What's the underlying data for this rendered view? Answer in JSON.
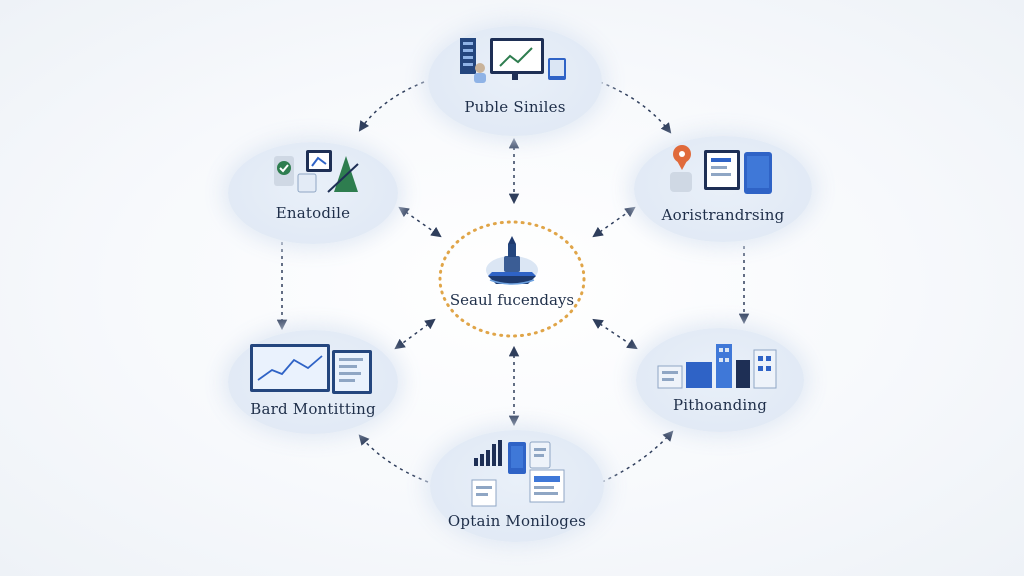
{
  "diagram": {
    "hub": {
      "label": "Seaul fucendays",
      "icon": "ship-icon"
    },
    "nodes": [
      {
        "id": "top",
        "label": "Puble Siniles",
        "icon": "workstation-icon"
      },
      {
        "id": "upper-left",
        "label": "Enatodile",
        "icon": "approval-growth-icon"
      },
      {
        "id": "upper-right",
        "label": "Aoristrandrsing",
        "icon": "location-devices-icon"
      },
      {
        "id": "lower-left",
        "label": "Bard Montitting",
        "icon": "monitor-dashboard-icon"
      },
      {
        "id": "lower-right",
        "label": "Pithoanding",
        "icon": "city-buildings-icon"
      },
      {
        "id": "bottom",
        "label": "Optain Moniloges",
        "icon": "analytics-docs-icon"
      }
    ],
    "colors": {
      "hub_ring": "#e0a548",
      "arrow": "#2f3e5c",
      "node_fill": "#e3ebf6",
      "label": "#1f2f4a",
      "accent_blue": "#2f63c6",
      "accent_green": "#2e7d4f",
      "accent_orange": "#e06a3b"
    }
  }
}
